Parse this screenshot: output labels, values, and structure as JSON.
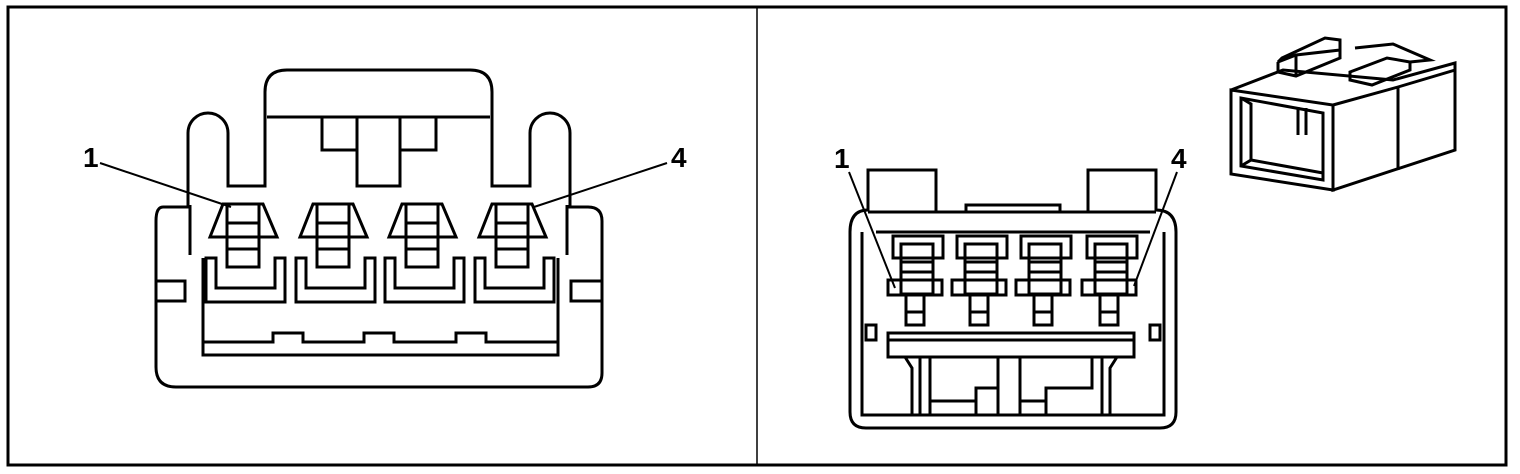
{
  "figure": {
    "left_panel": {
      "pin_labels": {
        "first": "1",
        "last": "4"
      },
      "cavity_count": 4
    },
    "right_panel": {
      "pin_labels": {
        "first": "1",
        "last": "4"
      },
      "cavity_count": 4,
      "has_iso_connector_view": true
    }
  },
  "colors": {
    "line": "#000000",
    "background": "#ffffff"
  }
}
